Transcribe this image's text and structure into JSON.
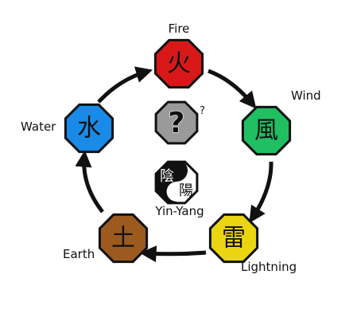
{
  "elements": [
    {
      "id": "fire",
      "label": "Fire",
      "kanji": "火",
      "fill": "#d81818"
    },
    {
      "id": "wind",
      "label": "Wind",
      "kanji": "風",
      "fill": "#1fbf62"
    },
    {
      "id": "lightning",
      "label": "Lightning",
      "kanji": "雷",
      "fill": "#ead510"
    },
    {
      "id": "earth",
      "label": "Earth",
      "kanji": "土",
      "fill": "#9c5a1e"
    },
    {
      "id": "water",
      "label": "Water",
      "kanji": "水",
      "fill": "#1a8ae8"
    }
  ],
  "cycle_order": [
    "fire",
    "wind",
    "lightning",
    "earth",
    "water"
  ],
  "center": {
    "unknown": {
      "glyph": "?",
      "small_mark": "?",
      "fill": "#9a9a9a"
    },
    "yin_yang": {
      "char_left": "陰",
      "char_right": "陽",
      "label": "Yin-Yang"
    }
  }
}
